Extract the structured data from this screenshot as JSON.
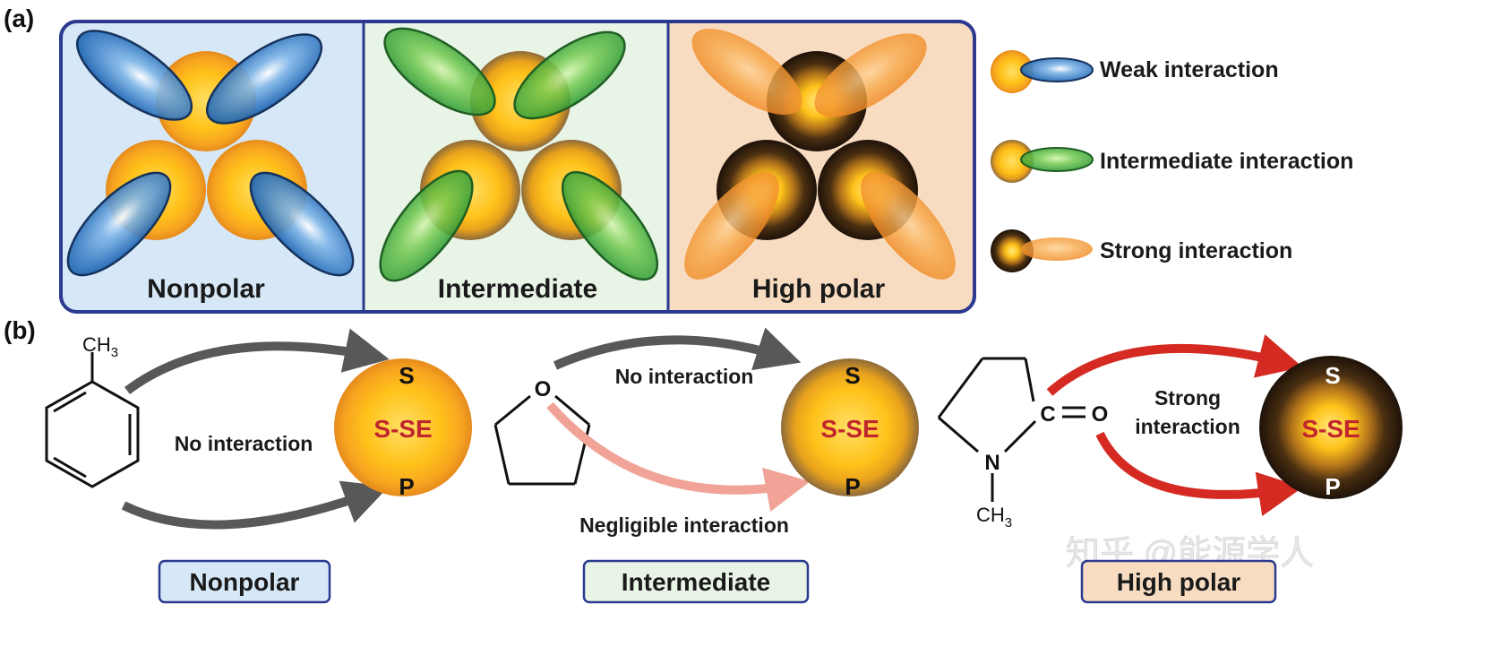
{
  "panel_a": {
    "label": "(a)",
    "panels": [
      {
        "caption": "Nonpolar",
        "bg": "#d6e8f7"
      },
      {
        "caption": "Intermediate",
        "bg": "#e8f4e6"
      },
      {
        "caption": "High polar",
        "bg": "#f8dcc1"
      }
    ],
    "legend": [
      {
        "label": "Weak interaction"
      },
      {
        "label": "Intermediate interaction"
      },
      {
        "label": "Strong interaction"
      }
    ]
  },
  "panel_b": {
    "label": "(b)",
    "molecules": {
      "toluene_group": "CH",
      "toluene_sub": "3",
      "thf_atom": "O",
      "nmp_carbon": "C",
      "nmp_oxygen": "O",
      "nmp_nitrogen": "N",
      "nmp_methyl": "CH",
      "nmp_methyl_sub": "3"
    },
    "particle": {
      "center": "S-SE",
      "top": "S",
      "bottom": "P"
    },
    "annotations": {
      "nonpolar": "No interaction",
      "intermediate_top": "No interaction",
      "intermediate_bottom": "Negligible interaction",
      "high_polar_line1": "Strong",
      "high_polar_line2": "interaction"
    },
    "boxes": [
      {
        "label": "Nonpolar",
        "bg": "#d6e8f7"
      },
      {
        "label": "Intermediate",
        "bg": "#e8f4e6"
      },
      {
        "label": "High polar",
        "bg": "#f8dcc1"
      }
    ]
  },
  "watermark": "知乎 @能源学人",
  "colors": {
    "frame": "#2b3a8f",
    "weak": "#1f66b3",
    "intermediate": "#3aa83a",
    "strong": "#f39a33",
    "gray_arrow": "#585858",
    "pink_arrow": "#f0a396",
    "red_arrow": "#d42a22",
    "sse_text": "#c0262d"
  }
}
